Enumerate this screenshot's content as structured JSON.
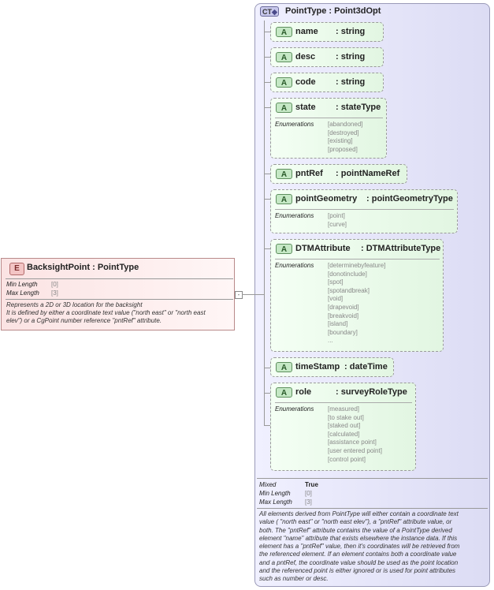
{
  "element": {
    "badge": "E",
    "title": "BacksightPoint : PointType",
    "facets": [
      {
        "key": "Min Length",
        "value": "[0]"
      },
      {
        "key": "Max Length",
        "value": "[3]"
      }
    ],
    "description": [
      "Represents a 2D or 3D location for the backsight",
      "It is defined by either a coordinate text value (\"north east\" or \"north east",
      "elev\") or a CgPoint number reference \"pntRef\" attribute."
    ],
    "expand_symbol": "-"
  },
  "complex_type": {
    "badge": "CT",
    "title": "PointType : Point3dOpt",
    "attributes": [
      {
        "badge": "A",
        "name": "name",
        "type": ": string",
        "enums": []
      },
      {
        "badge": "A",
        "name": "desc",
        "type": ": string",
        "enums": []
      },
      {
        "badge": "A",
        "name": "code",
        "type": ": string",
        "enums": []
      },
      {
        "badge": "A",
        "name": "state",
        "type": ": stateType",
        "enums_label": "Enumerations",
        "enums": [
          "[abandoned]",
          "[destroyed]",
          "[existing]",
          "[proposed]"
        ]
      },
      {
        "badge": "A",
        "name": "pntRef",
        "type": ": pointNameRef",
        "enums": []
      },
      {
        "badge": "A",
        "name": "pointGeometry",
        "type": ": pointGeometryType",
        "enums_label": "Enumerations",
        "enums": [
          "[point]",
          "[curve]"
        ]
      },
      {
        "badge": "A",
        "name": "DTMAttribute",
        "type": ": DTMAttributeType",
        "enums_label": "Enumerations",
        "enums": [
          "[determinebyfeature]",
          "[donotinclude]",
          "[spot]",
          "[spotandbreak]",
          "[void]",
          "[drapevoid]",
          "[breakvoid]",
          "[island]",
          "[boundary]",
          "..."
        ]
      },
      {
        "badge": "A",
        "name": "timeStamp",
        "type": ": dateTime",
        "enums": []
      },
      {
        "badge": "A",
        "name": "role",
        "type": ": surveyRoleType",
        "enums_label": "Enumerations",
        "enums": [
          "[measured]",
          "[to stake out]",
          "[staked out]",
          "[calculated]",
          "[assistance point]",
          "[user entered point]",
          "[control point]"
        ]
      }
    ],
    "facets": [
      {
        "key": "Mixed",
        "value": "True"
      },
      {
        "key": "Min Length",
        "value": "[0]"
      },
      {
        "key": "Max Length",
        "value": "[3]"
      }
    ],
    "description": [
      "All elements derived from PointType will either contain a coordinate text",
      "value ( \"north east\" or \"north east elev\"), a \"pntRef\" attribute value, or",
      "both. The \"pntRef\" attribute contains the value of a PointType derived",
      "element \"name\" attribute that exists elsewhere the instance data. If this",
      "element has a \"pntRef\" value, then it's coordinates will be retrieved from",
      "the referenced element. If an element contains both a coordinate value",
      "and a pntRef, the coordinate value should be used as the point location",
      "and the referenced point is either ignored or is used for point attributes",
      "such as number or desc."
    ]
  }
}
